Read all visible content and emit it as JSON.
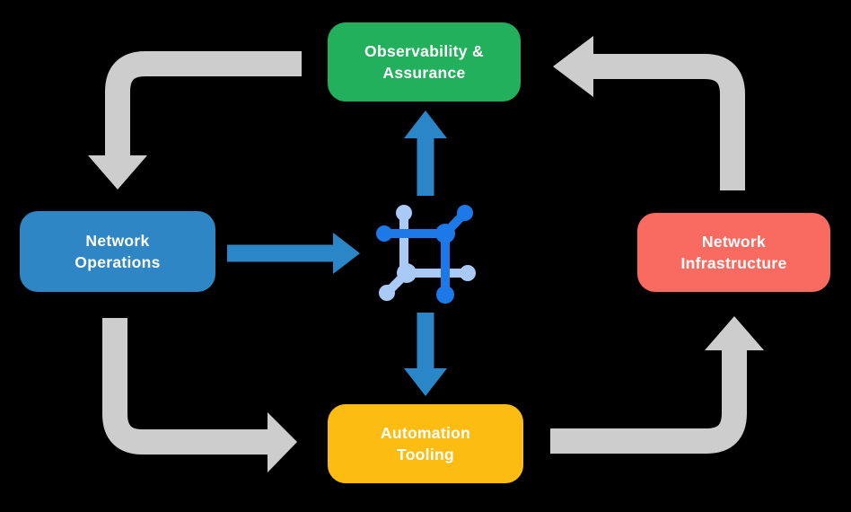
{
  "background": "#000000",
  "colors": {
    "arrow_gray": "#cdcdcd",
    "arrow_blue": "#2b86c8",
    "icon_dark_blue": "#1d78e8",
    "icon_light_blue": "#a9c9f7",
    "text": "#ffffff"
  },
  "nodes": {
    "observability": {
      "line1": "Observability &",
      "line2": "Assurance",
      "color": "#23b05c"
    },
    "operations": {
      "line1": "Network",
      "line2": "Operations",
      "color": "#2e86c4"
    },
    "infrastructure": {
      "line1": "Network",
      "line2": "Infrastructure",
      "color": "#f96b60"
    },
    "automation": {
      "line1": "Automation",
      "line2": "Tooling",
      "color": "#fcbc12"
    }
  },
  "icon": {
    "name": "network-node-icon"
  },
  "edges": [
    {
      "from": "observability",
      "to": "operations",
      "style": "gray"
    },
    {
      "from": "operations",
      "to": "automation",
      "style": "gray"
    },
    {
      "from": "automation",
      "to": "infrastructure",
      "style": "gray"
    },
    {
      "from": "infrastructure",
      "to": "observability",
      "style": "gray"
    },
    {
      "from": "operations",
      "to": "network-node",
      "style": "blue"
    },
    {
      "from": "network-node",
      "to": "observability",
      "style": "blue"
    },
    {
      "from": "network-node",
      "to": "automation",
      "style": "blue"
    }
  ]
}
